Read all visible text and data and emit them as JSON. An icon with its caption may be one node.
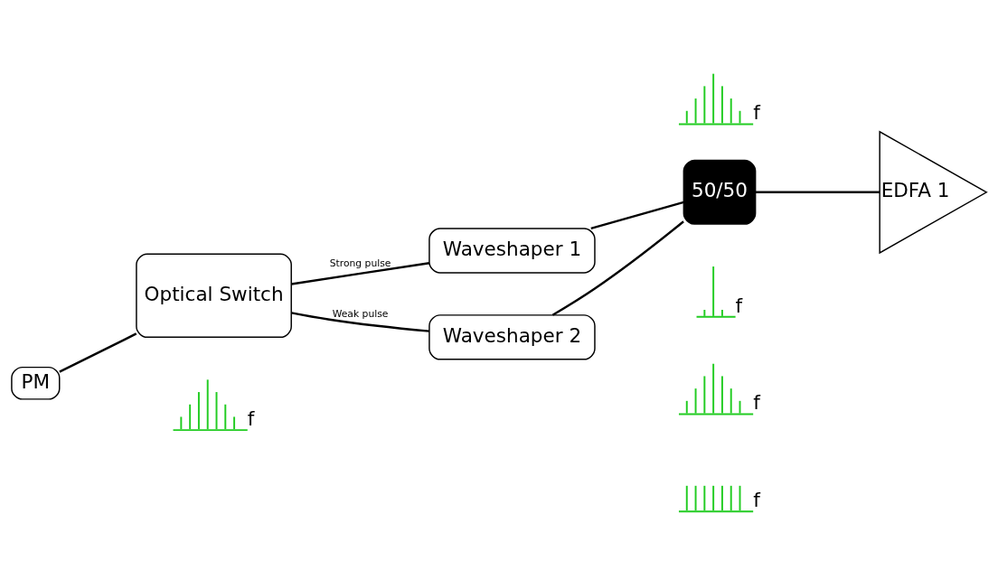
{
  "diagram": {
    "nodes": [
      {
        "text": [
          "PM"
        ]
      },
      {
        "text": [
          "Optical Switch"
        ]
      },
      {
        "text": [
          "Waveshaper 1"
        ]
      },
      {
        "text": [
          "Waveshaper 2"
        ]
      },
      {
        "text": [
          "50/50"
        ]
      },
      {
        "text": [
          "EDFA 1"
        ]
      }
    ],
    "edges": [
      {
        "from": 0,
        "to": 1,
        "arrow": "none"
      },
      {
        "from": 1,
        "to": 2,
        "arrow": "none",
        "label": "Strong pulse"
      },
      {
        "from": 1,
        "to": 3,
        "arrow": "none",
        "label": "Weak pulse"
      },
      {
        "from": 2,
        "to": 4,
        "arrow": "none"
      },
      {
        "from": 3,
        "to": 4,
        "arrow": "none"
      },
      {
        "from": 4,
        "to": 5,
        "arrow": "none"
      }
    ],
    "labels": [
      "f",
      "f",
      "f",
      "f",
      "f"
    ]
  }
}
